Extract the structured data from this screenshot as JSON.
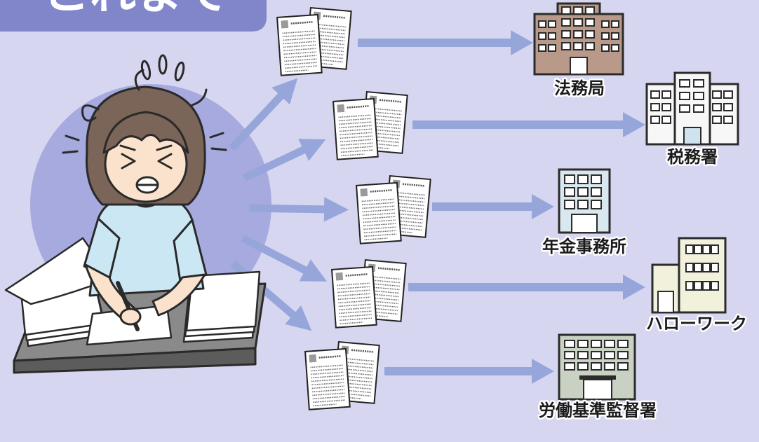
{
  "header": {
    "title": "これまで"
  },
  "colors": {
    "background": "#d6d6f0",
    "tab": "#8185c9",
    "circle": "#a7aade",
    "arrow": "#97a6da"
  },
  "illustration": {
    "person": "stressed-person-icon",
    "documents": "document-icon",
    "office": "building-icon"
  },
  "offices": [
    {
      "label": "法務局",
      "icon": "building-icon",
      "color": "#b8998a"
    },
    {
      "label": "税務署",
      "icon": "building-icon",
      "color": "#f7f7f7"
    },
    {
      "label": "年金事務所",
      "icon": "building-icon",
      "color": "#d9e7ee"
    },
    {
      "label": "ハローワーク",
      "icon": "building-icon",
      "color": "#f1f1dc"
    },
    {
      "label": "労働基準監督署",
      "icon": "building-icon",
      "color": "#c9d2c2"
    }
  ]
}
